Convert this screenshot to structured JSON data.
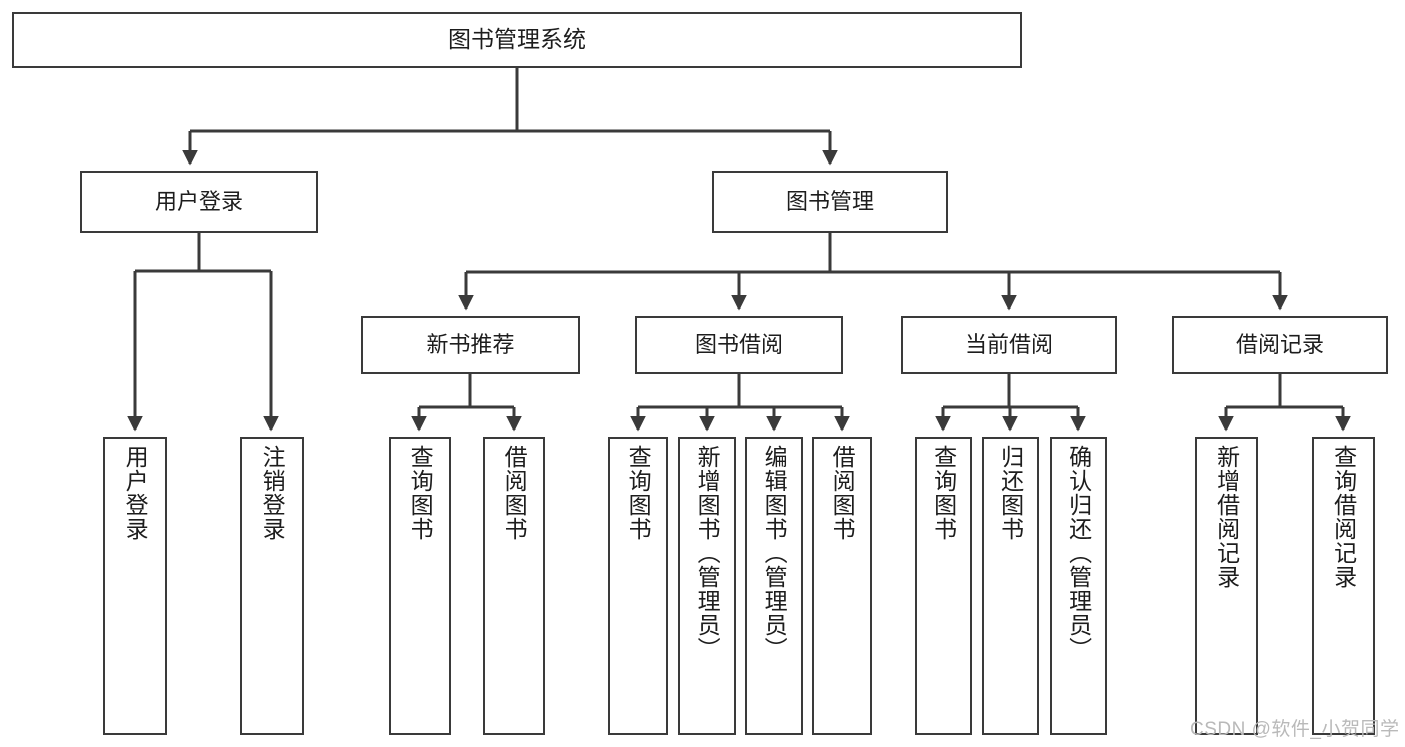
{
  "diagram": {
    "title": "图书管理系统",
    "type": "hierarchy-tree",
    "colors": {
      "stroke": "#3a3a3a",
      "fill": "#ffffff",
      "text": "#1d1d1d",
      "watermark": "#b9b9b9"
    },
    "nodes": {
      "root": {
        "label": "图书管理系统"
      },
      "level1": [
        {
          "id": "user-login",
          "label": "用户登录"
        },
        {
          "id": "book-manage",
          "label": "图书管理"
        }
      ],
      "level2": [
        {
          "id": "new-book-recommend",
          "label": "新书推荐"
        },
        {
          "id": "book-borrow",
          "label": "图书借阅"
        },
        {
          "id": "current-borrow",
          "label": "当前借阅"
        },
        {
          "id": "borrow-record",
          "label": "借阅记录"
        }
      ],
      "leaves": [
        {
          "id": "leaf-user-login",
          "label": "用户登录",
          "parent": "user-login"
        },
        {
          "id": "leaf-logout-login",
          "label": "注销登录",
          "parent": "user-login"
        },
        {
          "id": "leaf-query-book-1",
          "label": "查询图书",
          "parent": "new-book-recommend"
        },
        {
          "id": "leaf-borrow-book-1",
          "label": "借阅图书",
          "parent": "new-book-recommend"
        },
        {
          "id": "leaf-query-book-2",
          "label": "查询图书",
          "parent": "book-borrow"
        },
        {
          "id": "leaf-add-book",
          "label": "新增图书（管理员）",
          "parent": "book-borrow"
        },
        {
          "id": "leaf-edit-book",
          "label": "编辑图书（管理员）",
          "parent": "book-borrow"
        },
        {
          "id": "leaf-borrow-book-2",
          "label": "借阅图书",
          "parent": "book-borrow"
        },
        {
          "id": "leaf-query-book-3",
          "label": "查询图书",
          "parent": "current-borrow"
        },
        {
          "id": "leaf-return-book",
          "label": "归还图书",
          "parent": "current-borrow"
        },
        {
          "id": "leaf-confirm-return",
          "label": "确认归还（管理员）",
          "parent": "current-borrow"
        },
        {
          "id": "leaf-add-record",
          "label": "新增借阅记录",
          "parent": "borrow-record"
        },
        {
          "id": "leaf-query-record",
          "label": "查询借阅记录",
          "parent": "borrow-record"
        }
      ]
    },
    "watermark": "CSDN @软件_小贺同学"
  }
}
